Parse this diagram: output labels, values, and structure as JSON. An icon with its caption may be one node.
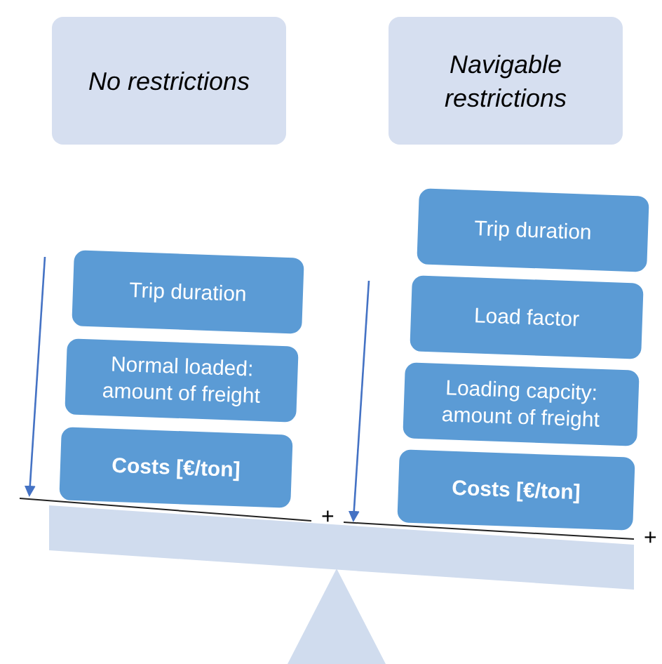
{
  "diagram": {
    "nodes": [
      {
        "text": [
          "No restrictions"
        ]
      },
      {
        "text": [
          "Navigable restrictions"
        ]
      },
      {
        "text": [
          "Trip duration"
        ]
      },
      {
        "text": [
          "Normal loaded: amount of freight"
        ]
      },
      {
        "text": [
          "Costs [€/ton]"
        ]
      },
      {
        "text": [
          "Trip duration"
        ]
      },
      {
        "text": [
          "Load factor"
        ]
      },
      {
        "text": [
          "Loading capcity: amount of freight"
        ]
      },
      {
        "text": [
          "Costs [€/ton]"
        ]
      }
    ],
    "labels": [
      "+",
      "+"
    ]
  }
}
